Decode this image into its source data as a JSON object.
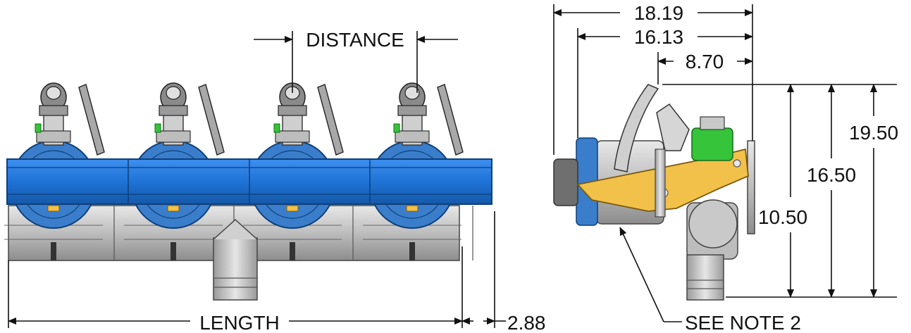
{
  "labels": {
    "distance": "DISTANCE",
    "length": "LENGTH",
    "offset": "2.88",
    "see_note": "SEE NOTE 2",
    "dim_width_overall": "18.19",
    "dim_width_mid": "16.13",
    "dim_width_small": "8.70",
    "dim_height_overall": "19.50",
    "dim_height_mid": "16.50",
    "dim_height_small": "10.50"
  },
  "colors": {
    "manifold_blue": "#1f73d6",
    "housing_blue": "#3a7ecb",
    "bracket_yellow": "#f2c14a",
    "filter_green": "#35c43a",
    "metal_gray": "#c9c9c9",
    "line_black": "#111111"
  },
  "icons": {
    "arrowhead": "arrow-head-icon"
  }
}
